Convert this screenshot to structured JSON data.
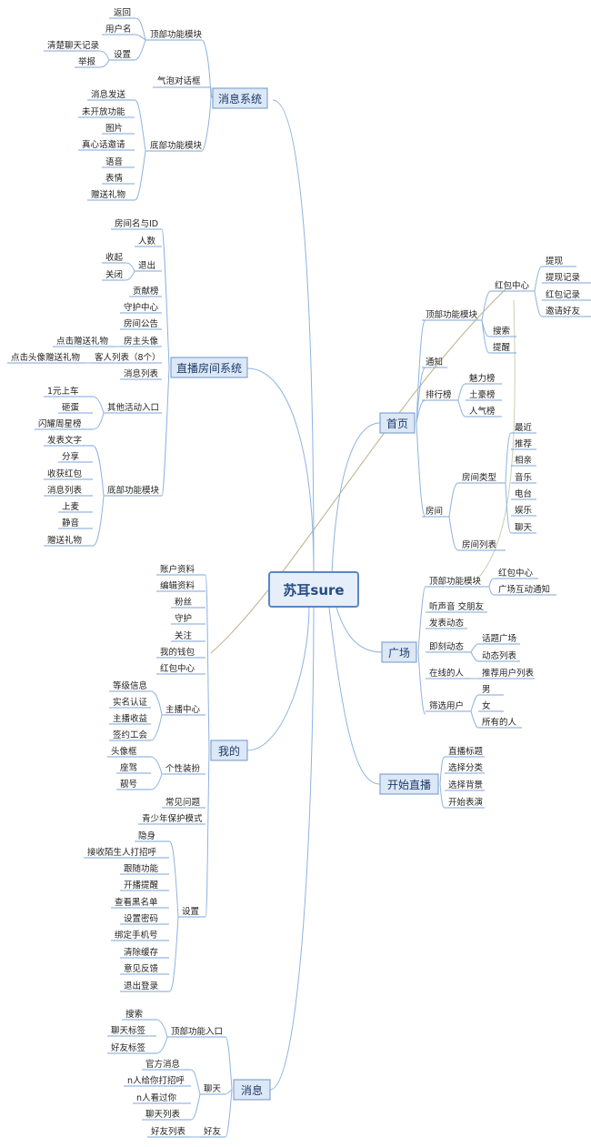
{
  "root": "苏耳sure",
  "branches": {
    "message_system": {
      "label": "消息系统",
      "bubble": "气泡对话框",
      "top": "顶部功能模块",
      "back": "返回",
      "username": "用户名",
      "settings": "设置",
      "clear": "清楚聊天记录",
      "report": "举报",
      "bottom": "底部功能模块",
      "bottom_items": [
        "消息发送",
        "未开放功能",
        "图片",
        "真心话邀请",
        "语音",
        "表情",
        "赠送礼物"
      ]
    },
    "live_room": {
      "label": "直播房间系统",
      "name_id": "房间名与ID",
      "count": "人数",
      "exit": "退出",
      "collapse": "收起",
      "close": "关闭",
      "contrib": "贡献榜",
      "guard": "守护中心",
      "notice": "房间公告",
      "owner_avatar": "房主头像",
      "click_gift": "点击赠送礼物",
      "guest_list": "客人列表（8个）",
      "click_avatar_gift": "点击头像赠送礼物",
      "msg_list": "消息列表",
      "activity": "其他活动入口",
      "act_items": [
        "1元上车",
        "砸蛋",
        "闪耀周星榜"
      ],
      "bottom": "底部功能模块",
      "bottom_items": [
        "发表文字",
        "分享",
        "收获红包",
        "消息列表",
        "上麦",
        "静音",
        "赠送礼物"
      ]
    },
    "mine": {
      "label": "我的",
      "items_a": [
        "账户资料",
        "编辑资料",
        "粉丝",
        "守护",
        "关注",
        "我的钱包",
        "红包中心"
      ],
      "anchor": "主播中心",
      "anchor_items": [
        "等级信息",
        "实名认证",
        "主播收益",
        "签约工会"
      ],
      "dress": "个性装扮",
      "dress_items": [
        "头像框",
        "座驾",
        "靓号"
      ],
      "faq": "常见问题",
      "teen": "青少年保护模式",
      "settings": "设置",
      "settings_items": [
        "隐身",
        "接收陌生人打招呼",
        "跟随功能",
        "开播提醒",
        "查看黑名单",
        "设置密码",
        "绑定手机号",
        "清除缓存",
        "意见反馈",
        "退出登录"
      ]
    },
    "messages": {
      "label": "消息",
      "top": "顶部功能入口",
      "top_items": [
        "搜索",
        "聊天标签",
        "好友标签"
      ],
      "chat": "聊天",
      "chat_items": [
        "官方消息",
        "n人给你打招呼",
        "n人看过你",
        "聊天列表"
      ],
      "friends": "好友",
      "friend_list": "好友列表"
    },
    "home": {
      "label": "首页",
      "top": "顶部功能模块",
      "redpacket": "红包中心",
      "rp_items": [
        "提现",
        "提现记录",
        "红包记录",
        "邀请好友"
      ],
      "search": "搜索",
      "remind": "提醒",
      "notify": "通知",
      "rank": "排行榜",
      "rank_items": [
        "魅力榜",
        "土豪榜",
        "人气榜"
      ],
      "room": "房间",
      "room_type": "房间类型",
      "type_items": [
        "最近",
        "推荐",
        "相亲",
        "音乐",
        "电台",
        "娱乐",
        "聊天"
      ],
      "room_list": "房间列表"
    },
    "plaza": {
      "label": "广场",
      "top": "顶部功能模块",
      "top_items": [
        "红包中心",
        "广场互动通知"
      ],
      "listen": "听声音 交朋友",
      "post": "发表动态",
      "instant": "即刻动态",
      "instant_items": [
        "话题广场",
        "动态列表"
      ],
      "online": "在线的人",
      "recommend": "推荐用户列表",
      "filter": "筛选用户",
      "filter_items": [
        "男",
        "女",
        "所有的人"
      ]
    },
    "start_live": {
      "label": "开始直播",
      "items": [
        "直播标题",
        "选择分类",
        "选择背景",
        "开始表演"
      ]
    }
  }
}
